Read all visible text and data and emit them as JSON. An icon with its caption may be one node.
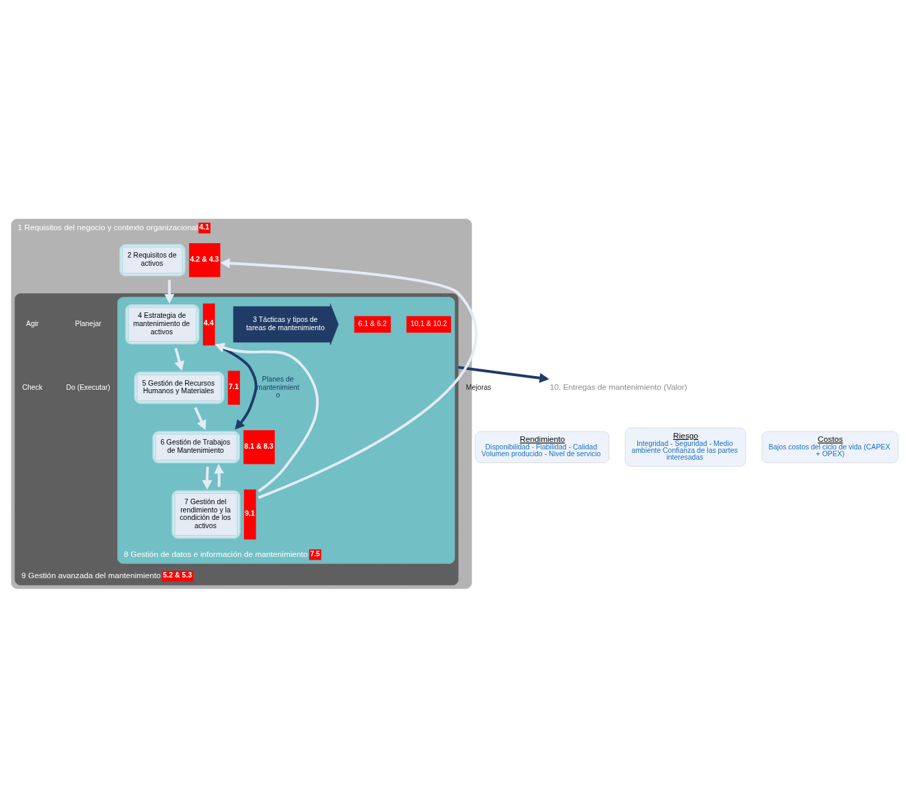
{
  "diagram": {
    "nodes": [
      {
        "text": [
          "1 Requisitos del negocio y contexto organizacional"
        ],
        "beside": [
          "4.1"
        ]
      },
      {
        "text": [
          "2 Requisitos de activos"
        ],
        "in": 0,
        "beside": [
          "4.2 & 4.3"
        ]
      },
      {
        "text": [
          "9 Gestión avanzada del mantenimiento"
        ],
        "in": 0,
        "beside": [
          "5.2 & 5.3"
        ]
      },
      {
        "text": [
          "8 Gestión de datos e información de mantenimiento"
        ],
        "in": 2,
        "beside": [
          "7.5"
        ]
      },
      {
        "text": [
          "3 Tácticas y tipos de tareas de mantenimiento"
        ],
        "in": 3
      },
      {
        "text": [
          "4 Estrategia de mantenimiento de activos"
        ],
        "in": 3,
        "beside": [
          "4.4"
        ]
      },
      {
        "text": [
          "5 Gestión de Recursos Humanos y Materiales"
        ],
        "in": 3,
        "beside": [
          "7.1"
        ]
      },
      {
        "text": [
          "6 Gestión de Trabajos de Mantenimiento"
        ],
        "in": 3,
        "beside": [
          "8.1 & 8.3"
        ]
      },
      {
        "text": [
          "7 Gestión del rendimiento y la condición de los activos"
        ],
        "in": 3,
        "beside": [
          "9.1"
        ]
      },
      {
        "text": [
          "10. Entregas de mantenimiento (Valor)"
        ]
      },
      {
        "text": [
          "Rendimiento",
          "Disponibilidad - Fiabilidad - Calidad Volumen producido - Nivel de servicio"
        ]
      },
      {
        "text": [
          "Riesgo",
          "Integridad - Seguridad - Medio ambiente Confianza de las partes interesadas"
        ]
      },
      {
        "text": [
          "Costos",
          "Bajos costos del ciclo de vida (CAPEX + OPEX)"
        ]
      }
    ],
    "edges": [
      {
        "from": 1,
        "to": 5,
        "arrow": "to"
      },
      {
        "from": 5,
        "to": 6,
        "arrow": "to"
      },
      {
        "from": 5,
        "to": 7,
        "arrow": "to",
        "label": "Planes de mantenimient o",
        "color": "#1f3b66"
      },
      {
        "from": 6,
        "to": 7,
        "arrow": "to"
      },
      {
        "from": 7,
        "to": 8,
        "arrow": "to"
      },
      {
        "from": 8,
        "to": 5,
        "arrow": "to"
      },
      {
        "from": 8,
        "to": 7,
        "arrow": "to"
      },
      {
        "from": 8,
        "to": 1,
        "arrow": "to",
        "label": "Mejoras"
      },
      {
        "from": 2,
        "to": 9,
        "arrow": "to",
        "color": "#1f3b66"
      }
    ],
    "labels": [
      "10.1 & 10.2",
      "6.1 & 6.2",
      "Planejar",
      "Agir",
      "Do (Executar)",
      "Check"
    ]
  }
}
